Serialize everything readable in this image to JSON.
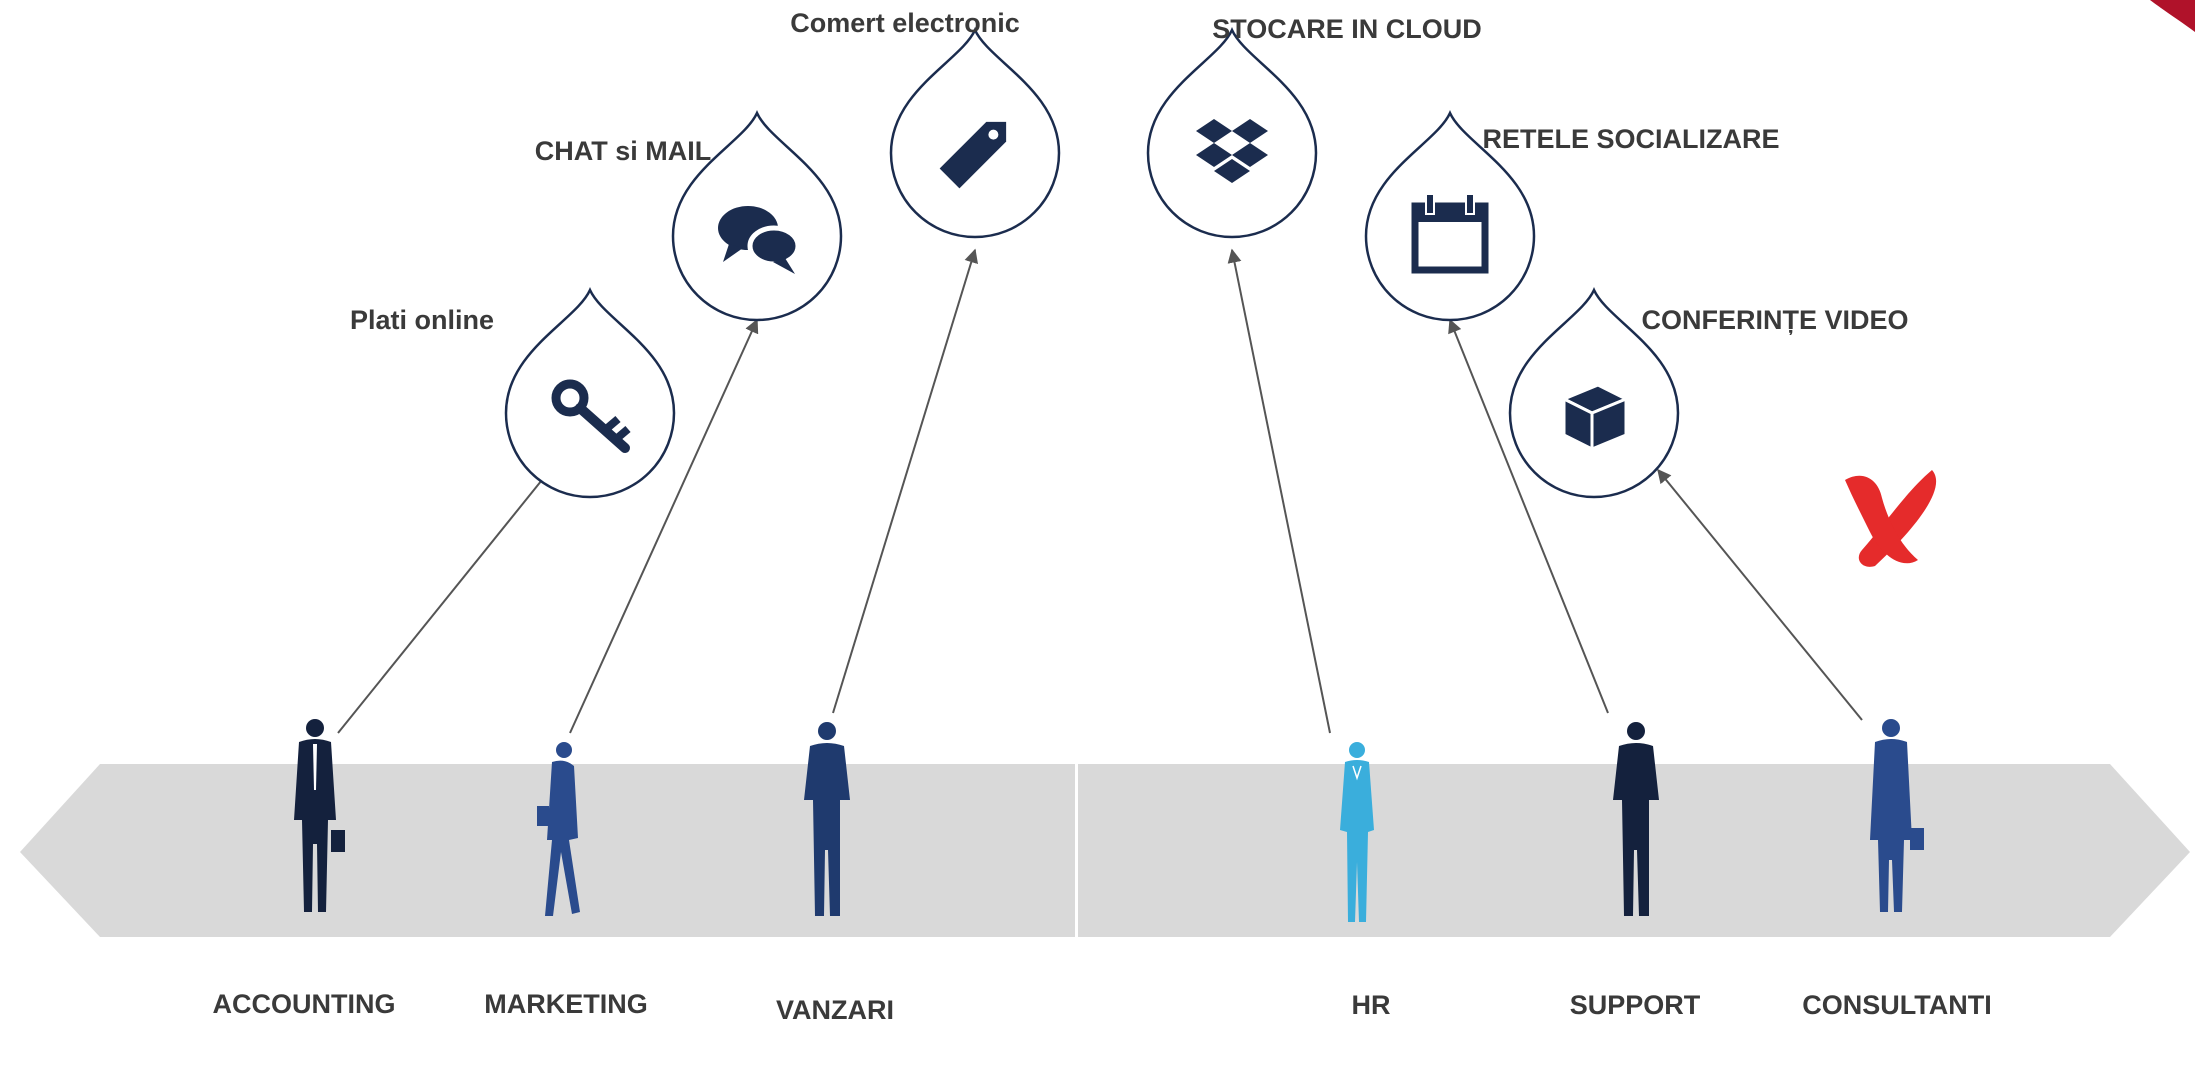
{
  "colors": {
    "background": "#ffffff",
    "band": "#d8d8d8",
    "drop_stroke": "#1b2c4e",
    "icon_fill": "#1b2c4e",
    "arrow": "#555555",
    "label_text": "#3a3a3a",
    "navy_person": "#14213d",
    "royal_person": "#2a4b8d",
    "cyan_person": "#3aaedc",
    "cross": "#e52b2b",
    "corner_accent": "#b0122a"
  },
  "services": [
    {
      "id": "plati-online",
      "label": "Plati online",
      "icon": "key-icon"
    },
    {
      "id": "chat-mail",
      "label": "CHAT si MAIL",
      "icon": "chat-bubbles-icon"
    },
    {
      "id": "comert-electronic",
      "label": "Comert electronic",
      "icon": "price-tag-icon"
    },
    {
      "id": "stocare-cloud",
      "label": "STOCARE IN CLOUD",
      "icon": "dropbox-icon"
    },
    {
      "id": "retele-socializare",
      "label": "RETELE SOCIALIZARE",
      "icon": "calendar-icon"
    },
    {
      "id": "conferinte-video",
      "label": "CONFERINȚE VIDEO",
      "icon": "cube-icon"
    }
  ],
  "departments": [
    {
      "id": "accounting",
      "label": "ACCOUNTING",
      "figure": "businessman-briefcase-icon",
      "color": "navy"
    },
    {
      "id": "marketing",
      "label": "MARKETING",
      "figure": "businesswoman-icon",
      "color": "royal"
    },
    {
      "id": "vanzari",
      "label": "VANZARI",
      "figure": "man-arms-crossed-icon",
      "color": "navy"
    },
    {
      "id": "hr",
      "label": "HR",
      "figure": "woman-lanyard-icon",
      "color": "cyan"
    },
    {
      "id": "support",
      "label": "SUPPORT",
      "figure": "man-arms-crossed-icon",
      "color": "navy"
    },
    {
      "id": "consultanti",
      "label": "CONSULTANTI",
      "figure": "man-briefcase-icon",
      "color": "royal"
    }
  ],
  "connections": [
    {
      "from": "accounting",
      "to": "plati-online"
    },
    {
      "from": "marketing",
      "to": "chat-mail"
    },
    {
      "from": "vanzari",
      "to": "comert-electronic"
    },
    {
      "from": "hr",
      "to": "stocare-cloud"
    },
    {
      "from": "support",
      "to": "retele-socializare"
    },
    {
      "from": "consultanti",
      "to": "conferinte-video"
    }
  ],
  "marks": {
    "cross_icon": "red-x-icon"
  }
}
